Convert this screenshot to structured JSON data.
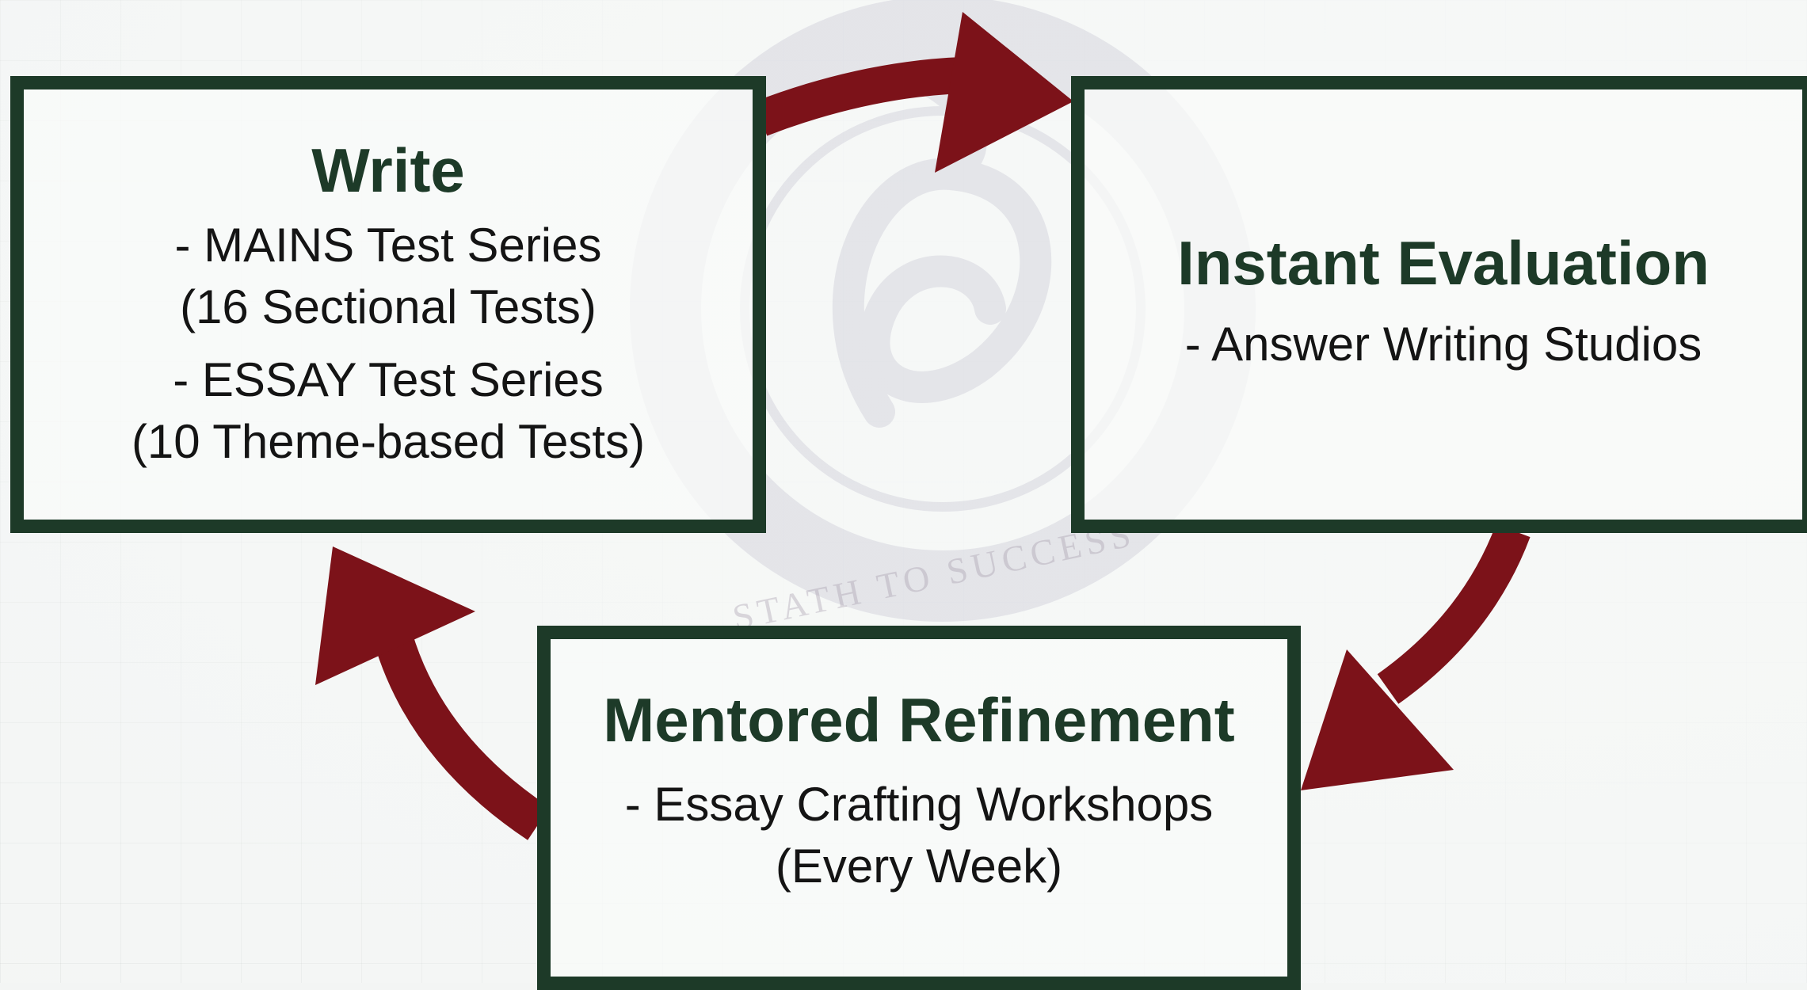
{
  "boxes": {
    "write": {
      "title": "Write",
      "items": [
        {
          "line1": "- MAINS Test Series",
          "line2": "(16 Sectional Tests)"
        },
        {
          "line1": "- ESSAY Test Series",
          "line2": "(10 Theme-based Tests)"
        }
      ]
    },
    "eval": {
      "title": "Instant Evaluation",
      "items": [
        {
          "line1": "- Answer Writing Studios"
        }
      ]
    },
    "mentor": {
      "title": "Mentored Refinement",
      "items": [
        {
          "line1": "- Essay Crafting Workshops",
          "line2": "(Every Week)"
        }
      ]
    }
  },
  "watermark": {
    "text": "STATH TO SUCCESS"
  },
  "colors": {
    "box_border": "#1d3a28",
    "title": "#1d3a28",
    "arrow": "#7c1219",
    "background": "#f3f5f4"
  }
}
